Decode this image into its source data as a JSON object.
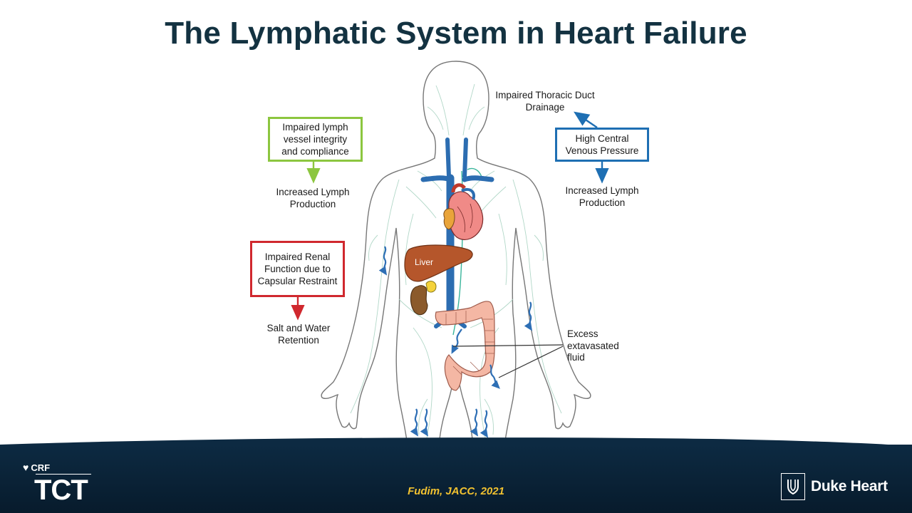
{
  "slide": {
    "title": "The Lymphatic System in Heart Failure",
    "citation": "Fudim, JACC, 2021"
  },
  "diagram": {
    "boxes": {
      "green": "Impaired lymph vessel integrity and compliance",
      "blue": "High Central Venous Pressure",
      "red": "Impaired Renal Function due to Capsular Restraint"
    },
    "labels": {
      "green_out": "Increased Lymph Production",
      "blue_out": "Increased Lymph Production",
      "blue_up": "Impaired Thoracic Duct Drainage",
      "red_out": "Salt and Water Retention",
      "excess_fluid": "Excess extavasated fluid",
      "liver": "Liver"
    },
    "colors": {
      "green": "#8cc63f",
      "blue": "#1e6fb3",
      "red": "#d0282e"
    }
  },
  "footer": {
    "crf": "CRF",
    "tct": "TCT",
    "duke": "Duke Heart"
  }
}
